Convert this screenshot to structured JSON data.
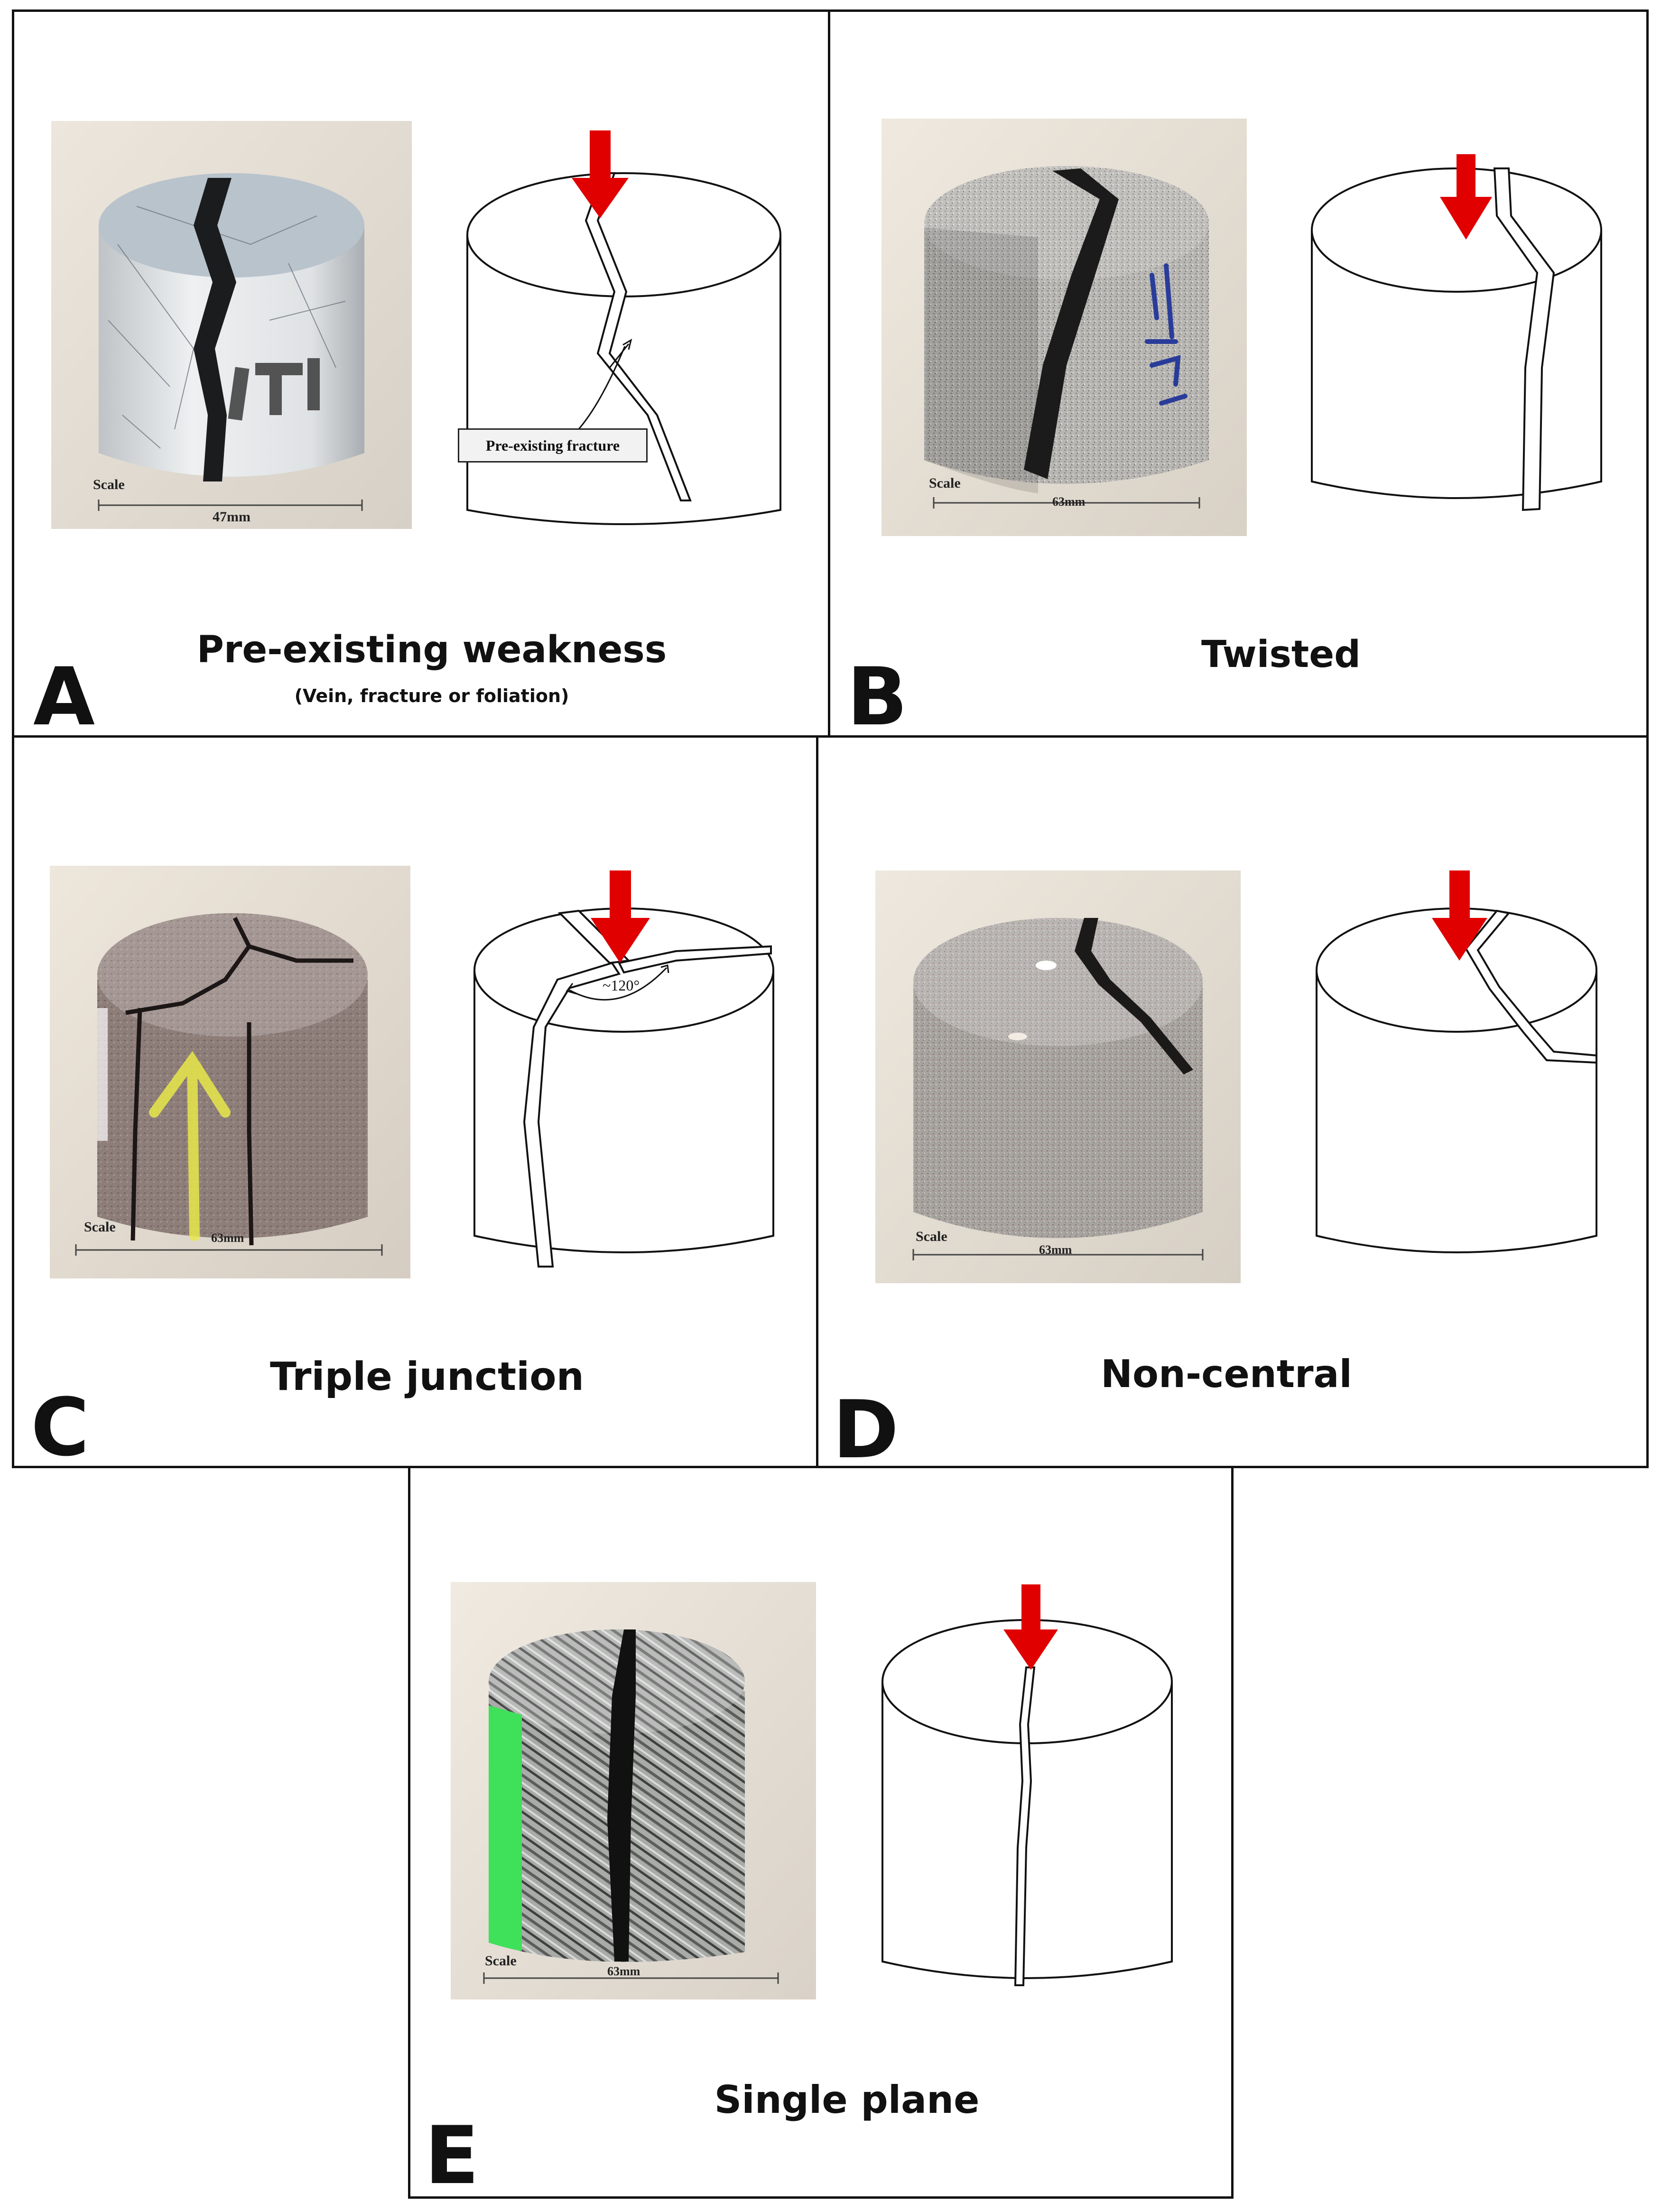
{
  "panels": {
    "A": {
      "letter": "A",
      "title": "Pre-existing weakness",
      "subtitle": "(Vein, fracture or foliation)",
      "scale_label": "Scale",
      "scale_value": "47mm",
      "callout": "Pre-existing fracture"
    },
    "B": {
      "letter": "B",
      "title": "Twisted",
      "scale_label": "Scale",
      "scale_value": "63mm"
    },
    "C": {
      "letter": "C",
      "title": "Triple junction",
      "scale_label": "Scale",
      "scale_value": "63mm",
      "angle_label": "~120°"
    },
    "D": {
      "letter": "D",
      "title": "Non-central",
      "scale_label": "Scale",
      "scale_value": "63mm"
    },
    "E": {
      "letter": "E",
      "title": "Single plane",
      "scale_label": "Scale",
      "scale_value": "63mm"
    }
  },
  "colors": {
    "arrow": "#e00000",
    "panel_border": "#111111",
    "marker_green": "#3fe05a",
    "marker_yellow": "#e8e84a",
    "marker_blue": "#2a3c9a"
  },
  "icons": {
    "load_arrow": "down-arrow-icon"
  }
}
